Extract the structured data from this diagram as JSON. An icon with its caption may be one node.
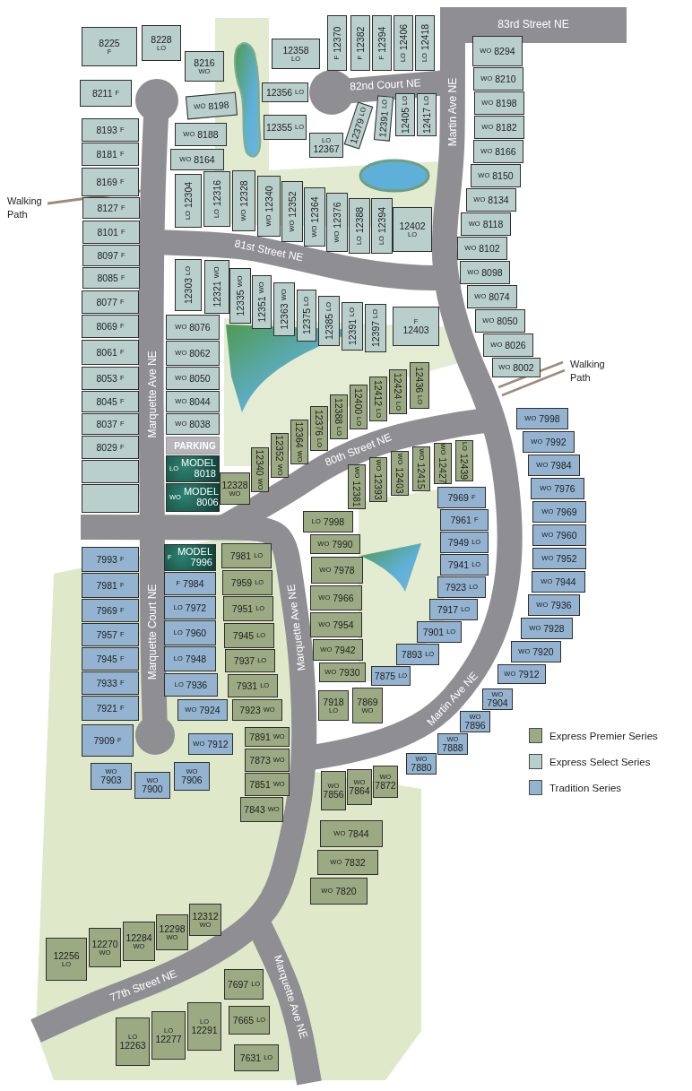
{
  "diagram": {
    "nodes": [
      {
        "text": [
          "8225",
          "F"
        ]
      },
      {
        "text": [
          "8228",
          "LO"
        ]
      },
      {
        "text": [
          "8216",
          "WO"
        ]
      },
      {
        "text": [
          "8211",
          "F"
        ]
      },
      {
        "text": [
          "WO",
          "8198"
        ]
      },
      {
        "text": [
          "WO",
          "8188"
        ]
      },
      {
        "text": [
          "8193",
          "F"
        ]
      },
      {
        "text": [
          "WO",
          "8164"
        ]
      },
      {
        "text": [
          "8181",
          "F"
        ]
      },
      {
        "text": [
          "8169",
          "F"
        ]
      },
      {
        "text": [
          "8127",
          "F"
        ]
      },
      {
        "text": [
          "8101",
          "F"
        ]
      },
      {
        "text": [
          "8097",
          "F"
        ]
      },
      {
        "text": [
          "8085",
          "F"
        ]
      },
      {
        "text": [
          "8077",
          "F"
        ]
      },
      {
        "text": [
          "8069",
          "F"
        ]
      },
      {
        "text": [
          "8061",
          "F"
        ]
      },
      {
        "text": [
          "8053",
          "F"
        ]
      },
      {
        "text": [
          "8045",
          "F"
        ]
      },
      {
        "text": [
          "8037",
          "F"
        ]
      },
      {
        "text": [
          "8029",
          "F"
        ]
      },
      {
        "text": [],
        "shape": "box"
      },
      {
        "text": [],
        "shape": "box"
      },
      {
        "text": [
          "WO",
          "8076"
        ]
      },
      {
        "text": [
          "WO",
          "8062"
        ]
      },
      {
        "text": [
          "WO",
          "8050"
        ]
      },
      {
        "text": [
          "WO",
          "8044"
        ]
      },
      {
        "text": [
          "WO",
          "8038"
        ]
      },
      {
        "text": [
          "PARKING"
        ]
      },
      {
        "text": [
          "LO",
          "MODEL 8018"
        ]
      },
      {
        "text": [
          "WO",
          "MODEL 8006"
        ]
      },
      {
        "text": [
          "12328",
          "WO"
        ]
      },
      {
        "text": [
          "12340",
          "WO"
        ]
      },
      {
        "text": [
          "12352",
          "WO"
        ]
      },
      {
        "text": [
          "12364",
          "WO"
        ]
      },
      {
        "text": [
          "12376",
          "LO"
        ]
      },
      {
        "text": [
          "12388",
          "LO"
        ]
      },
      {
        "text": [
          "12400",
          "LO"
        ]
      },
      {
        "text": [
          "12412",
          "LO"
        ]
      },
      {
        "text": [
          "12424",
          "LO"
        ]
      },
      {
        "text": [
          "12436",
          "LO"
        ]
      },
      {
        "text": [
          "WO",
          "12381"
        ]
      },
      {
        "text": [
          "WO",
          "12393"
        ]
      },
      {
        "text": [
          "WO",
          "12403"
        ]
      },
      {
        "text": [
          "WO",
          "12415"
        ]
      },
      {
        "text": [
          "WO",
          "12427"
        ]
      },
      {
        "text": [
          "LO",
          "12439"
        ]
      },
      {
        "text": [
          "LO",
          "7998"
        ]
      },
      {
        "text": [
          "WO",
          "7990"
        ]
      },
      {
        "text": [
          "WO",
          "7978"
        ]
      },
      {
        "text": [
          "WO",
          "7966"
        ]
      },
      {
        "text": [
          "WO",
          "7954"
        ]
      },
      {
        "text": [
          "WO",
          "7942"
        ]
      },
      {
        "text": [
          "WO",
          "7930"
        ]
      },
      {
        "text": [
          "7918",
          "LO"
        ]
      },
      {
        "text": [
          "7869",
          "WO"
        ]
      },
      {
        "text": [
          "7969",
          "F"
        ]
      },
      {
        "text": [
          "7961",
          "F"
        ]
      },
      {
        "text": [
          "7949",
          "LO"
        ]
      },
      {
        "text": [
          "7941",
          "LO"
        ]
      },
      {
        "text": [
          "7923",
          "LO"
        ]
      },
      {
        "text": [
          "7917",
          "LO"
        ]
      },
      {
        "text": [
          "7901",
          "LO"
        ]
      },
      {
        "text": [
          "7893",
          "LO"
        ]
      },
      {
        "text": [
          "7875",
          "LO"
        ]
      },
      {
        "text": [
          "WO",
          "7998"
        ]
      },
      {
        "text": [
          "WO",
          "7992"
        ]
      },
      {
        "text": [
          "WO",
          "7984"
        ]
      },
      {
        "text": [
          "WO",
          "7976"
        ]
      },
      {
        "text": [
          "WO",
          "7969"
        ]
      },
      {
        "text": [
          "WO",
          "7960"
        ]
      },
      {
        "text": [
          "WO",
          "7952"
        ]
      },
      {
        "text": [
          "WO",
          "7944"
        ]
      },
      {
        "text": [
          "WO",
          "7936"
        ]
      },
      {
        "text": [
          "WO",
          "7928"
        ]
      },
      {
        "text": [
          "WO",
          "7920"
        ]
      },
      {
        "text": [
          "WO",
          "7912"
        ]
      },
      {
        "text": [
          "WO",
          "7904"
        ]
      },
      {
        "text": [
          "WO",
          "7896"
        ]
      },
      {
        "text": [
          "WO",
          "7888"
        ]
      },
      {
        "text": [
          "WO",
          "7880"
        ]
      },
      {
        "text": [
          "7981",
          "LO"
        ]
      },
      {
        "text": [
          "7959",
          "LO"
        ]
      },
      {
        "text": [
          "7951",
          "LO"
        ]
      },
      {
        "text": [
          "7945",
          "LO"
        ]
      },
      {
        "text": [
          "7937",
          "LO"
        ]
      },
      {
        "text": [
          "7931",
          "LO"
        ]
      },
      {
        "text": [
          "7923",
          "WO"
        ]
      },
      {
        "text": [
          "7891",
          "WO"
        ]
      },
      {
        "text": [
          "7873",
          "WO"
        ]
      },
      {
        "text": [
          "7851",
          "WO"
        ]
      },
      {
        "text": [
          "7843",
          "WO"
        ]
      },
      {
        "text": [
          "WO",
          "7856"
        ]
      },
      {
        "text": [
          "WO",
          "7864"
        ]
      },
      {
        "text": [
          "WO",
          "7872"
        ]
      },
      {
        "text": [
          "WO",
          "7844"
        ]
      },
      {
        "text": [
          "WO",
          "7832"
        ]
      },
      {
        "text": [
          "WO",
          "7820"
        ]
      },
      {
        "text": [
          "F",
          "MODEL 7996"
        ]
      },
      {
        "text": [
          "F",
          "7984"
        ]
      },
      {
        "text": [
          "LO",
          "7972"
        ]
      },
      {
        "text": [
          "LO",
          "7960"
        ]
      },
      {
        "text": [
          "LO",
          "7948"
        ]
      },
      {
        "text": [
          "LO",
          "7936"
        ]
      },
      {
        "text": [
          "WO",
          "7924"
        ]
      },
      {
        "text": [
          "WO",
          "7912"
        ]
      },
      {
        "text": [
          "WO",
          "7906"
        ]
      },
      {
        "text": [
          "WO",
          "7900"
        ]
      },
      {
        "text": [
          "WO",
          "7903"
        ]
      },
      {
        "text": [
          "7993",
          "F"
        ]
      },
      {
        "text": [
          "7981",
          "F"
        ]
      },
      {
        "text": [
          "7969",
          "F"
        ]
      },
      {
        "text": [
          "7957",
          "F"
        ]
      },
      {
        "text": [
          "7945",
          "F"
        ]
      },
      {
        "text": [
          "7933",
          "F"
        ]
      },
      {
        "text": [
          "7921",
          "F"
        ]
      },
      {
        "text": [
          "7909",
          "F"
        ]
      },
      {
        "text": [
          "12358",
          "LO"
        ]
      },
      {
        "text": [
          "12370",
          "F"
        ]
      },
      {
        "text": [
          "12382",
          "F"
        ]
      },
      {
        "text": [
          "12394",
          "F"
        ]
      },
      {
        "text": [
          "12406",
          "LO"
        ]
      },
      {
        "text": [
          "12418",
          "LO"
        ]
      },
      {
        "text": [
          "12356",
          "LO"
        ]
      },
      {
        "text": [
          "12355",
          "LO"
        ]
      },
      {
        "text": [
          "LO",
          "12367"
        ]
      },
      {
        "text": [
          "LO",
          "12379"
        ]
      },
      {
        "text": [
          "LO",
          "12391"
        ]
      },
      {
        "text": [
          "LO",
          "12405"
        ]
      },
      {
        "text": [
          "LO",
          "12417"
        ]
      },
      {
        "text": [
          "12304",
          "LO"
        ]
      },
      {
        "text": [
          "12316",
          "LO"
        ]
      },
      {
        "text": [
          "12328",
          "WO"
        ]
      },
      {
        "text": [
          "12340",
          "WO"
        ]
      },
      {
        "text": [
          "12352",
          "WO"
        ]
      },
      {
        "text": [
          "12364",
          "WO"
        ]
      },
      {
        "text": [
          "12376",
          "WO"
        ]
      },
      {
        "text": [
          "12388",
          "LO"
        ]
      },
      {
        "text": [
          "12394",
          "LO"
        ]
      },
      {
        "text": [
          "12402",
          "LO"
        ]
      },
      {
        "text": [
          "LO",
          "12303"
        ]
      },
      {
        "text": [
          "WO",
          "12321"
        ]
      },
      {
        "text": [
          "WO",
          "12335"
        ]
      },
      {
        "text": [
          "WO",
          "12351"
        ]
      },
      {
        "text": [
          "WO",
          "12363"
        ]
      },
      {
        "text": [
          "LO",
          "12375"
        ]
      },
      {
        "text": [
          "LO",
          "12385"
        ]
      },
      {
        "text": [
          "LO",
          "12391"
        ]
      },
      {
        "text": [
          "LO",
          "12397"
        ]
      },
      {
        "text": [
          "F",
          "12403"
        ]
      },
      {
        "text": [
          "WO",
          "8294"
        ]
      },
      {
        "text": [
          "WO",
          "8210"
        ]
      },
      {
        "text": [
          "WO",
          "8198"
        ]
      },
      {
        "text": [
          "WO",
          "8182"
        ]
      },
      {
        "text": [
          "WO",
          "8166"
        ]
      },
      {
        "text": [
          "WO",
          "8150"
        ]
      },
      {
        "text": [
          "WO",
          "8134"
        ]
      },
      {
        "text": [
          "WO",
          "8118"
        ]
      },
      {
        "text": [
          "WO",
          "8102"
        ]
      },
      {
        "text": [
          "WO",
          "8098"
        ]
      },
      {
        "text": [
          "WO",
          "8074"
        ]
      },
      {
        "text": [
          "WO",
          "8050"
        ]
      },
      {
        "text": [
          "WO",
          "8026"
        ]
      },
      {
        "text": [
          "WO",
          "8002"
        ]
      },
      {
        "text": [
          "12256",
          "LO"
        ]
      },
      {
        "text": [
          "12270",
          "WO"
        ]
      },
      {
        "text": [
          "12284",
          "WO"
        ]
      },
      {
        "text": [
          "12298",
          "WO"
        ]
      },
      {
        "text": [
          "12312",
          "WO"
        ]
      },
      {
        "text": [
          "LO",
          "12263"
        ]
      },
      {
        "text": [
          "LO",
          "12277"
        ]
      },
      {
        "text": [
          "LO",
          "12291"
        ]
      },
      {
        "text": [
          "7697",
          "LO"
        ]
      },
      {
        "text": [
          "7665",
          "LO"
        ]
      },
      {
        "text": [
          "7631",
          "LO"
        ]
      }
    ],
    "labels": [
      "Walking Path",
      "83rd Street NE",
      "82nd Court NE",
      "Martin Ave NE",
      "81st Street NE",
      "Walking Path",
      "Marquette Ave NE",
      "80th Street NE",
      "Marquette Court NE",
      "Marquette Ave NE",
      "Martin Ave NE",
      "77th Street NE",
      "Marquette Ave NE"
    ],
    "legend": [
      {
        "text": "Express Premier Series",
        "color": "#9caa84"
      },
      {
        "text": "Express Select Series",
        "color": "#b9cfcc"
      },
      {
        "text": "Tradition Series",
        "color": "#93b3d1"
      }
    ]
  }
}
